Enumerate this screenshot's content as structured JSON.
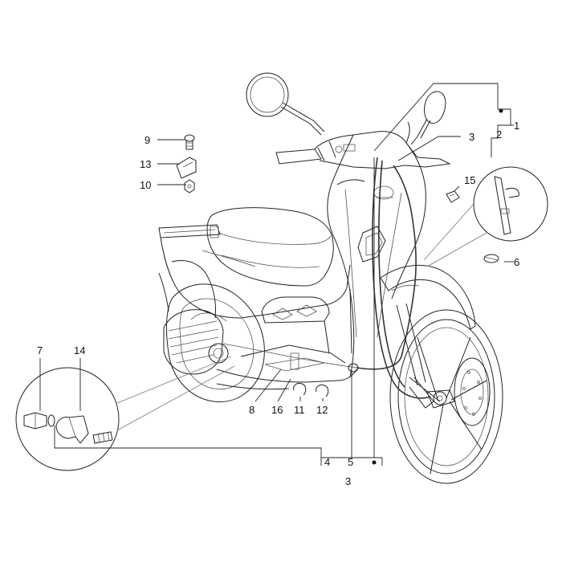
{
  "labels": {
    "l1": "1",
    "l2": "2",
    "l3a": "3",
    "l3b": "3",
    "l4": "4",
    "l5": "5",
    "l6": "6",
    "l7": "7",
    "l8": "8",
    "l9": "9",
    "l10": "10",
    "l11": "11",
    "l12": "12",
    "l13": "13",
    "l14": "14",
    "l15": "15",
    "l16": "16"
  }
}
